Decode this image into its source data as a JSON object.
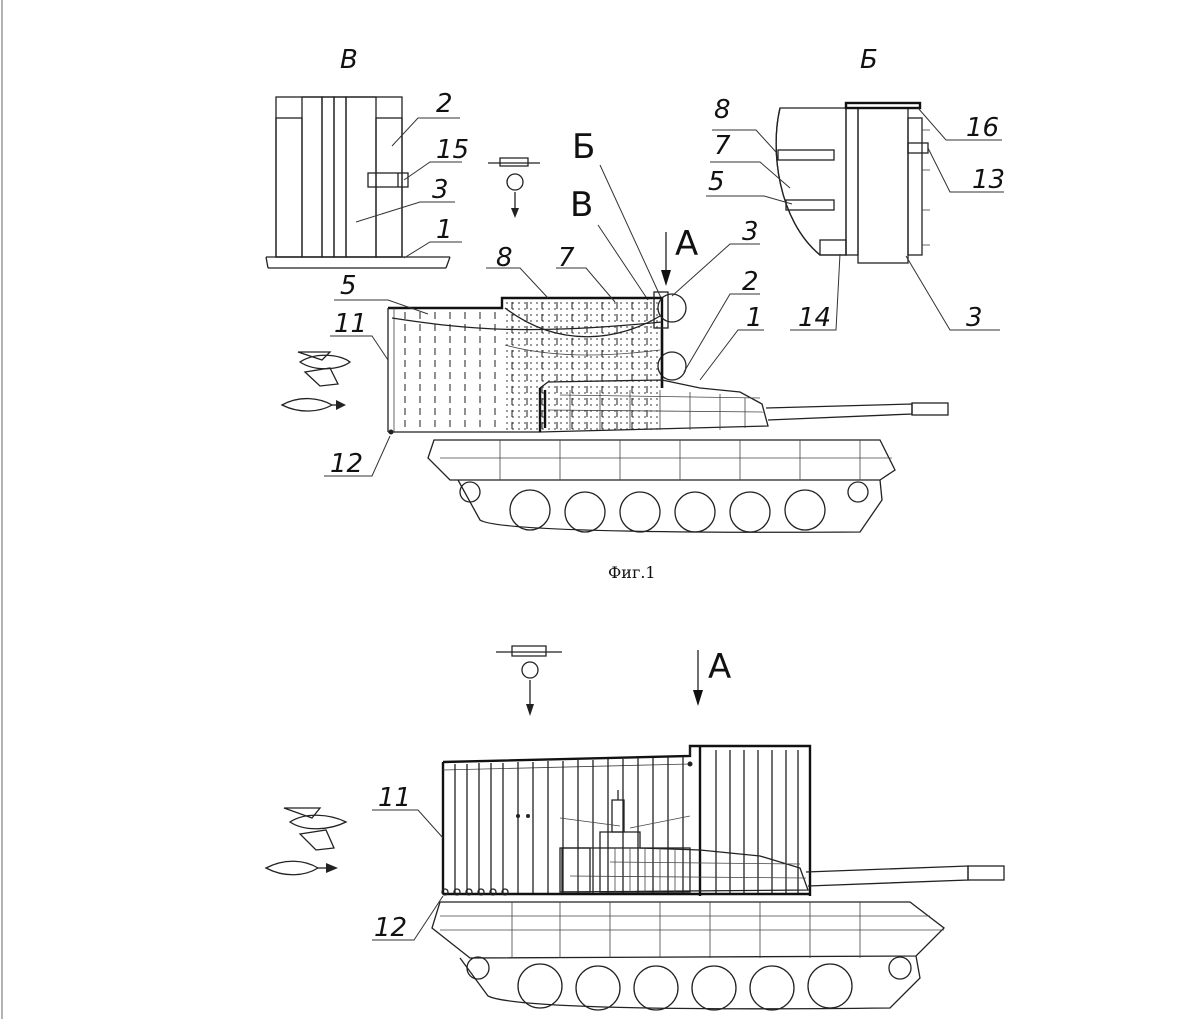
{
  "detail_v": {
    "title": "В",
    "callouts": [
      "2",
      "15",
      "3",
      "1"
    ]
  },
  "detail_b": {
    "title": "Б",
    "callouts": [
      "8",
      "7",
      "5",
      "14",
      "16",
      "13",
      "3"
    ]
  },
  "figure1": {
    "section_labels": [
      "Б",
      "В"
    ],
    "view_arrow": "А",
    "callouts": [
      "8",
      "7",
      "3",
      "2",
      "1",
      "5",
      "11",
      "12"
    ],
    "caption": "Фиг.1"
  },
  "figure2": {
    "view_arrow": "А",
    "callouts": [
      "11",
      "12"
    ]
  },
  "icons": [
    "drone-icon",
    "rpg-projectile-icon",
    "tank-icon"
  ]
}
